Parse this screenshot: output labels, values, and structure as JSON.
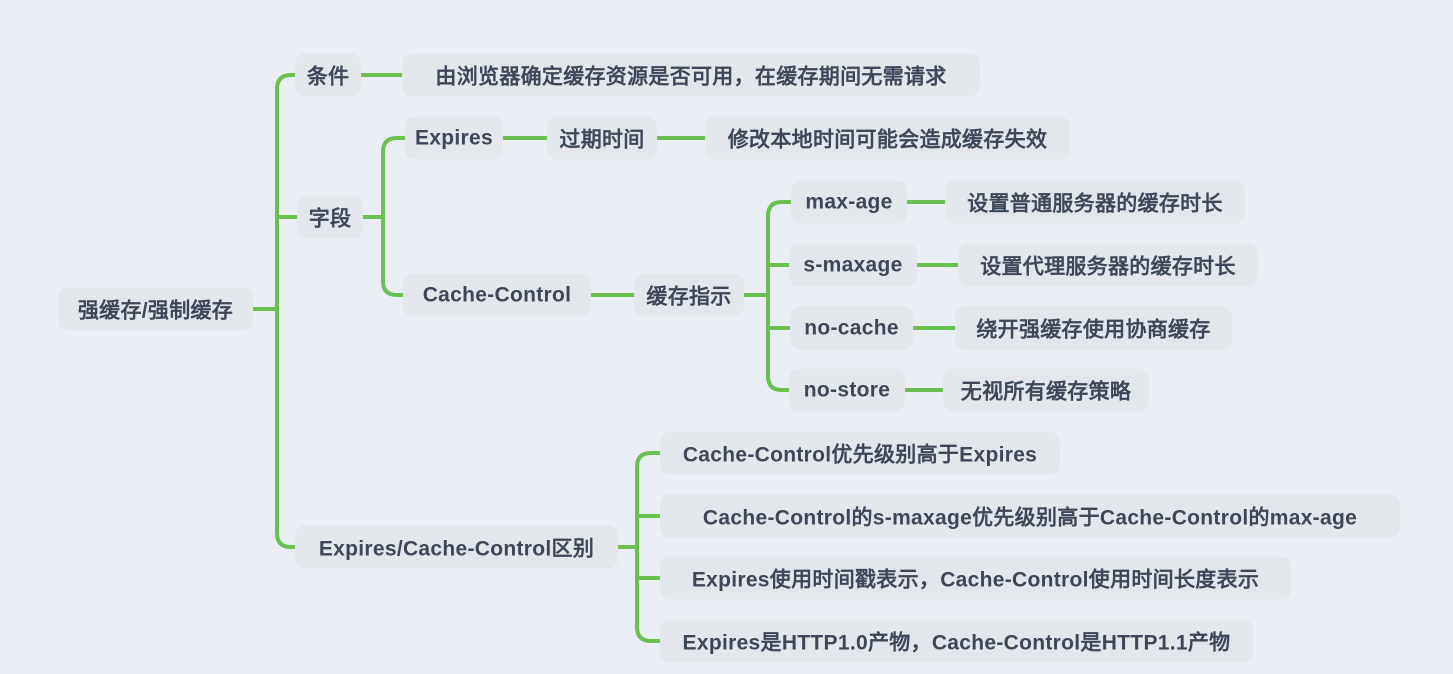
{
  "diagram_type": "mindmap",
  "topic": "HTTP strong cache",
  "colors": {
    "background": "#E9EEF4",
    "node_background": "#E3E6EB",
    "node_text": "#3D4757",
    "connector": "#6BC14F"
  },
  "tree": {
    "label": "强缓存/强制缓存",
    "children": [
      {
        "label": "条件",
        "children": [
          {
            "label": "由浏览器确定缓存资源是否可用，在缓存期间无需请求"
          }
        ]
      },
      {
        "label": "字段",
        "children": [
          {
            "label": "Expires",
            "children": [
              {
                "label": "过期时间",
                "children": [
                  {
                    "label": "修改本地时间可能会造成缓存失效"
                  }
                ]
              }
            ]
          },
          {
            "label": "Cache-Control",
            "children": [
              {
                "label": "缓存指示",
                "children": [
                  {
                    "label": "max-age",
                    "children": [
                      {
                        "label": "设置普通服务器的缓存时长"
                      }
                    ]
                  },
                  {
                    "label": "s-maxage",
                    "children": [
                      {
                        "label": "设置代理服务器的缓存时长"
                      }
                    ]
                  },
                  {
                    "label": "no-cache",
                    "children": [
                      {
                        "label": "绕开强缓存使用协商缓存"
                      }
                    ]
                  },
                  {
                    "label": "no-store",
                    "children": [
                      {
                        "label": "无视所有缓存策略"
                      }
                    ]
                  }
                ]
              }
            ]
          }
        ]
      },
      {
        "label": "Expires/Cache-Control区别",
        "children": [
          {
            "label": "Cache-Control优先级别高于Expires"
          },
          {
            "label": "Cache-Control的s-maxage优先级别高于Cache-Control的max-age"
          },
          {
            "label": "Expires使用时间戳表示，Cache-Control使用时间长度表示"
          },
          {
            "label": "Expires是HTTP1.0产物，Cache-Control是HTTP1.1产物"
          }
        ]
      }
    ]
  }
}
